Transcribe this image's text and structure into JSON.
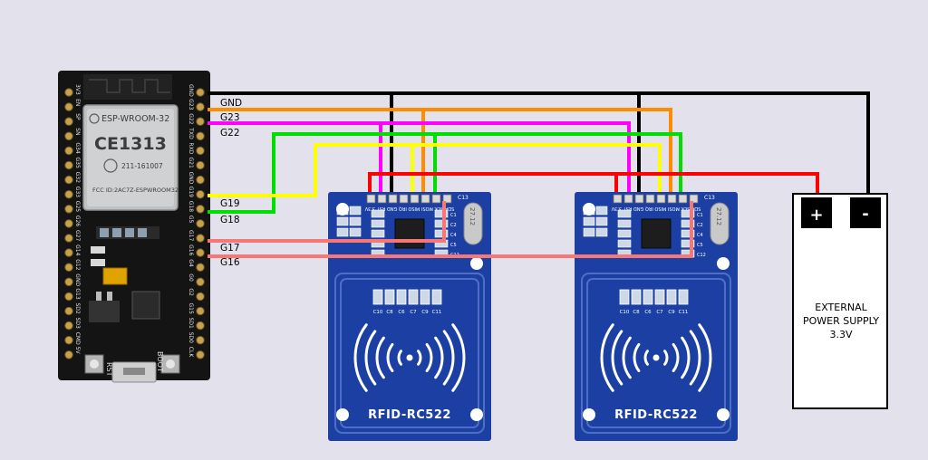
{
  "wire_labels": {
    "gnd": "GND",
    "g23": "G23",
    "g22": "G22",
    "g19": "G19",
    "g18": "G18",
    "g17": "G17",
    "g16": "G16"
  },
  "esp32": {
    "module_name": "ESP-WROOM-32",
    "ce_mark": "CE1313",
    "fcc_id": "FCC ID:2AC7Z-ESPWROOM32",
    "model_code": "211-161007",
    "button_rst": "RST",
    "button_boot": "BOOT",
    "left_pins": [
      "3V3",
      "EN",
      "SP",
      "SN",
      "G34",
      "G35",
      "G32",
      "G33",
      "G25",
      "G26",
      "G27",
      "G14",
      "G12",
      "GND",
      "G13",
      "SD2",
      "SD3",
      "CMD",
      "5V"
    ],
    "right_pins": [
      "GND",
      "G23",
      "G22",
      "TXD",
      "RXD",
      "G21",
      "GND",
      "G19",
      "G18",
      "G5",
      "G17",
      "G16",
      "G4",
      "G0",
      "G2",
      "G15",
      "SD1",
      "SD0",
      "CLK"
    ]
  },
  "rfid_modules": [
    {
      "name": "RFID-RC522",
      "pin_labels": "SDA SCK MOSI MISO IRQ GND RST 3.3V",
      "crystal": "27.12",
      "caps": [
        "C10",
        "C8",
        "C6",
        "C7",
        "C9",
        "C11"
      ],
      "top_label": "C13",
      "side_labels": [
        "C1",
        "C2",
        "C4",
        "C5",
        "C12"
      ]
    },
    {
      "name": "RFID-RC522",
      "pin_labels": "SDA SCK MOSI MISO IRQ GND RST 3.3V",
      "crystal": "27.12",
      "caps": [
        "C10",
        "C8",
        "C6",
        "C7",
        "C9",
        "C11"
      ],
      "top_label": "C13",
      "side_labels": [
        "C1",
        "C2",
        "C4",
        "C5",
        "C12"
      ]
    }
  ],
  "power_supply": {
    "plus": "+",
    "minus": "-",
    "line1": "EXTERNAL",
    "line2": "POWER SUPPLY",
    "line3": "3.3V"
  },
  "colors": {
    "gnd": "#000000",
    "g23": "#ff8c00",
    "g22": "#ff00ff",
    "g19": "#ffff00",
    "g18": "#00dd00",
    "g17": "#f77777",
    "g16": "#f77777",
    "vcc": "#ff0000",
    "pcb_blue": "#1c3fa3",
    "esp_board": "#141414",
    "background": "#e3e2ec"
  }
}
